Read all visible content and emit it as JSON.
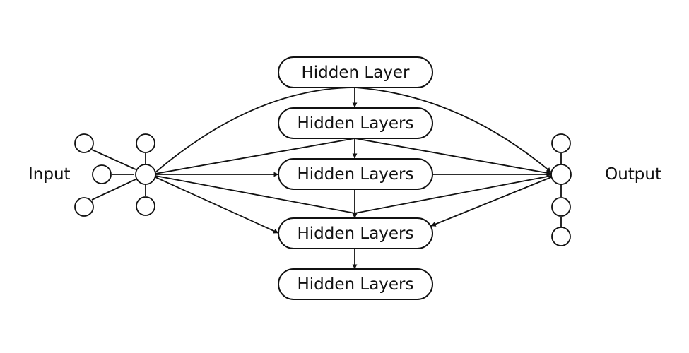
{
  "diagram": {
    "input_label": "Input",
    "output_label": "Output",
    "layers": [
      {
        "label": "Hidden Layer"
      },
      {
        "label": "Hidden Layers"
      },
      {
        "label": "Hidden Layers"
      },
      {
        "label": "Hidden Layers"
      },
      {
        "label": "Hidden Layers"
      }
    ]
  },
  "colors": {
    "stroke": "#111111",
    "background": "#ffffff"
  }
}
